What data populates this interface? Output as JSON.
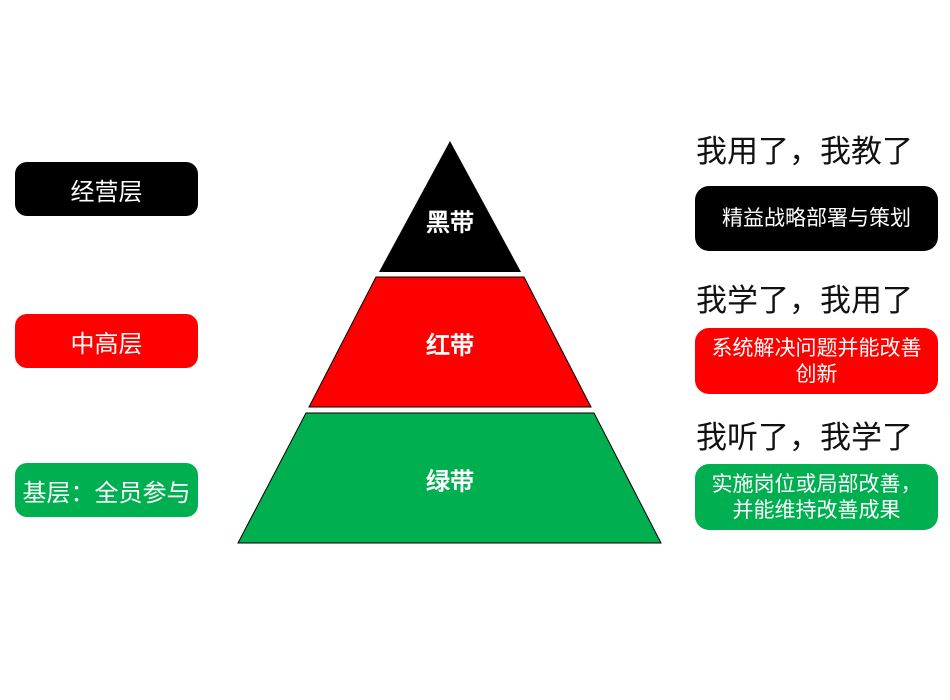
{
  "colors": {
    "black": "#000000",
    "red": "#ff0000",
    "green": "#00b050"
  },
  "levels": [
    {
      "layer": "经营层",
      "belt": "黑带",
      "quote": "我用了，我教了",
      "description": "精益战略部署与策划"
    },
    {
      "layer": "中高层",
      "belt": "红带",
      "quote": "我学了，我用了",
      "description": "系统解决问题并能改善\n创新"
    },
    {
      "layer": "基层：全员参与",
      "belt": "绿带",
      "quote": "我听了，我学了",
      "description": "实施岗位或局部改善，\n并能维持改善成果"
    }
  ]
}
